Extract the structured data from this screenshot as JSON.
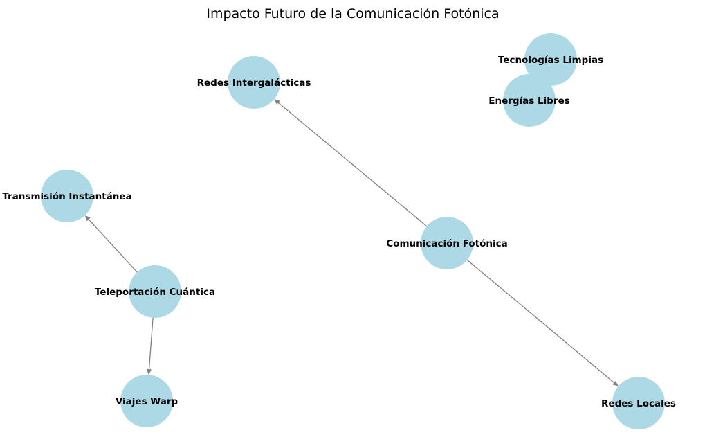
{
  "title": "Impacto Futuro de la Comunicación Fotónica",
  "colors": {
    "node_fill": "#add8e6",
    "edge": "#808080",
    "label": "#000000"
  },
  "nodes": [
    {
      "id": "redes-intergalacticas",
      "label": "Redes Intergalácticas"
    },
    {
      "id": "tecnologias-limpias",
      "label": "Tecnologías Limpias"
    },
    {
      "id": "energias-libres",
      "label": "Energías Libres"
    },
    {
      "id": "transmision-instantanea",
      "label": "Transmisión Instantánea"
    },
    {
      "id": "comunicacion-fotonica",
      "label": "Comunicación Fotónica"
    },
    {
      "id": "teleportacion-cuantica",
      "label": "Teleportación Cuántica"
    },
    {
      "id": "viajes-warp",
      "label": "Viajes Warp"
    },
    {
      "id": "redes-locales",
      "label": "Redes Locales"
    }
  ],
  "edges": [
    {
      "from": "comunicacion-fotonica",
      "to": "redes-intergalacticas"
    },
    {
      "from": "comunicacion-fotonica",
      "to": "redes-locales"
    },
    {
      "from": "teleportacion-cuantica",
      "to": "transmision-instantanea"
    },
    {
      "from": "teleportacion-cuantica",
      "to": "viajes-warp"
    }
  ]
}
